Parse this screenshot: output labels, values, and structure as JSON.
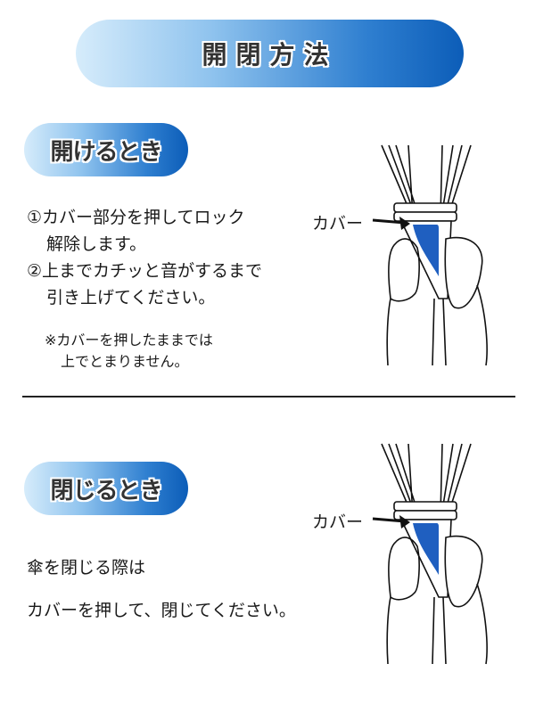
{
  "title": "開閉方法",
  "open": {
    "heading": "開けるとき",
    "steps": [
      "①カバー部分を押してロック",
      "解除します。",
      "②上までカチッと音がするまで",
      "引き上げてください。"
    ],
    "note": [
      "※カバーを押したままでは",
      "上でとまりません。"
    ],
    "cover_label": "カバー"
  },
  "close": {
    "heading": "閉じるとき",
    "lines": [
      "傘を閉じる際は",
      "カバーを押して、閉じてください。"
    ],
    "cover_label": "カバー"
  },
  "colors": {
    "accent": "#0c5db8",
    "cover": "#1f5fc0"
  }
}
